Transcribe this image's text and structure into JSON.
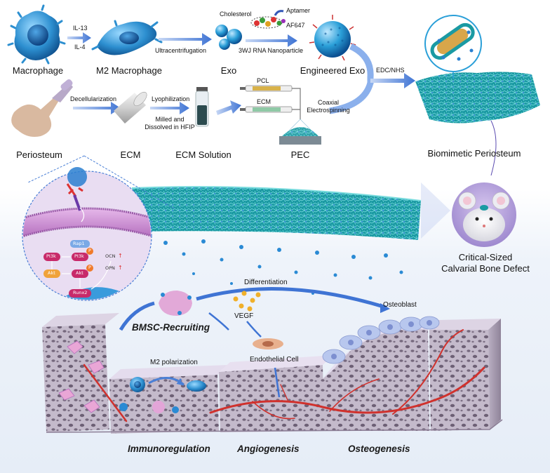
{
  "row1": {
    "macrophage": "Macrophage",
    "il13": "IL-13",
    "il4": "IL-4",
    "m2_macrophage": "M2 Macrophage",
    "ultracentrifugation": "Ultracentrifugation",
    "exo": "Exo",
    "cholesterol": "Cholesterol",
    "aptamer": "Aptamer",
    "af647": "AF647",
    "nanoparticle": "3WJ RNA Nanoparticle",
    "engineered_exo": "Engineered Exo",
    "edc_nhs": "EDC/NHS"
  },
  "row2": {
    "periosteum": "Periosteum",
    "decellularization": "Decellularization",
    "ecm": "ECM",
    "lyophilization": "Lyophilization",
    "milled_line1": "Milled and",
    "milled_line2": "Dissolved in HFIP",
    "ecm_solution": "ECM Solution",
    "pcl": "PCL",
    "ecm_syringe": "ECM",
    "coaxial_line1": "Coaxial",
    "coaxial_line2": "Electrospinning",
    "pec": "PEC",
    "biomimetic": "Biomimetic Periosteum"
  },
  "mouse": {
    "line1": "Critical-Sized",
    "line2": "Calvarial Bone Defect"
  },
  "pathway": {
    "rap1": "Rap1",
    "pi3k_a": "PI3k",
    "pi3k_b": "PI3k",
    "p_a": "P",
    "p_b": "P",
    "akt_a": "Akt",
    "akt_b": "Akt",
    "ocn": "OCN",
    "opn": "OPN",
    "runx2": "Runx2"
  },
  "bottom": {
    "differentiation": "Differentiation",
    "osteoblast": "Osteoblast",
    "bmsc": "BMSC-Recruiting",
    "vegf": "VEGF",
    "m2_polarization": "M2 polarization",
    "endothelial": "Endothelial Cell",
    "immunoregulation": "Immunoregulation",
    "angiogenesis": "Angiogenesis",
    "osteogenesis": "Osteogenesis"
  },
  "colors": {
    "exo_blue": "#2a9fd8",
    "arrow_blue": "#4a7fd6",
    "fiber_teal": "#2bb3b8",
    "membrane_pink": "#c98fcf",
    "vessel_red": "#d0312d",
    "bone": "#c9bfd0"
  }
}
